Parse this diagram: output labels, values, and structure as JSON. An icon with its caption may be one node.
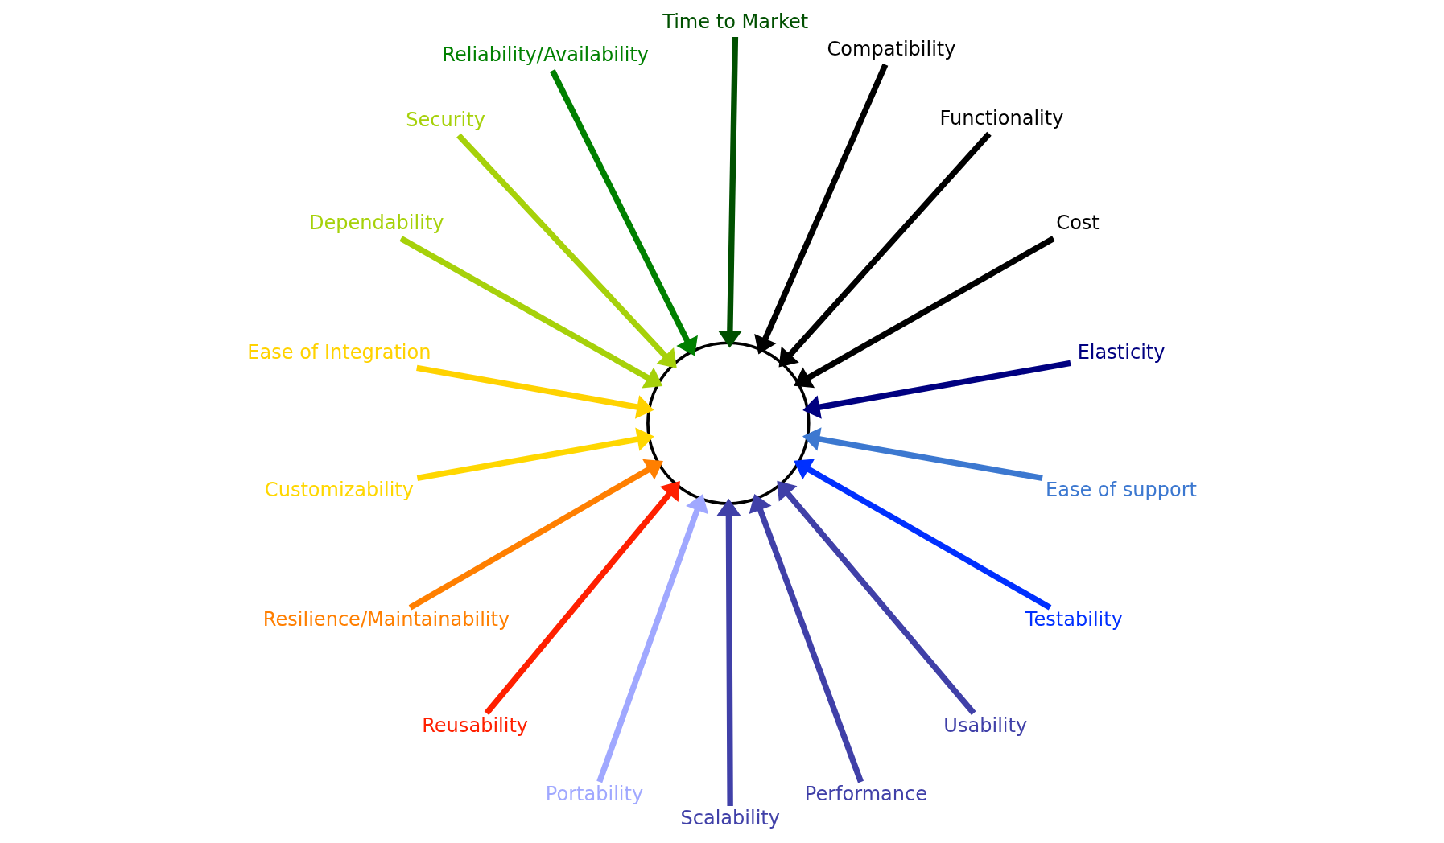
{
  "diagram": {
    "nodes": [
      {
        "text": [],
        "shape": "circle"
      },
      {
        "text": [
          "Elasticity"
        ]
      },
      {
        "text": [
          "Cost"
        ]
      },
      {
        "text": [
          "Functionality"
        ]
      },
      {
        "text": [
          "Compatibility"
        ]
      },
      {
        "text": [
          "Time to Market"
        ]
      },
      {
        "text": [
          "Reliability/Availability"
        ]
      },
      {
        "text": [
          "Security"
        ]
      },
      {
        "text": [
          "Dependability"
        ]
      },
      {
        "text": [
          "Ease of Integration"
        ]
      },
      {
        "text": [
          "Customizability"
        ]
      },
      {
        "text": [
          "Resilience/Maintainability"
        ]
      },
      {
        "text": [
          "Reusability"
        ]
      },
      {
        "text": [
          "Portability"
        ]
      },
      {
        "text": [
          "Scalability"
        ]
      },
      {
        "text": [
          "Performance"
        ]
      },
      {
        "text": [
          "Usability"
        ]
      },
      {
        "text": [
          "Testability"
        ]
      },
      {
        "text": [
          "Ease of support"
        ]
      }
    ],
    "edges": [
      {
        "from": 1,
        "to": 0,
        "arrow": "to",
        "color": "#000080"
      },
      {
        "from": 2,
        "to": 0,
        "arrow": "to",
        "color": "#000000"
      },
      {
        "from": 3,
        "to": 0,
        "arrow": "to",
        "color": "#000000"
      },
      {
        "from": 4,
        "to": 0,
        "arrow": "to",
        "color": "#000000"
      },
      {
        "from": 5,
        "to": 0,
        "arrow": "to",
        "color": "#005000"
      },
      {
        "from": 6,
        "to": 0,
        "arrow": "to",
        "color": "#008000"
      },
      {
        "from": 7,
        "to": 0,
        "arrow": "to",
        "color": "#a6d10a"
      },
      {
        "from": 8,
        "to": 0,
        "arrow": "to",
        "color": "#a6d10a"
      },
      {
        "from": 9,
        "to": 0,
        "arrow": "to",
        "color": "#ffd200"
      },
      {
        "from": 10,
        "to": 0,
        "arrow": "to",
        "color": "#ffd700"
      },
      {
        "from": 11,
        "to": 0,
        "arrow": "to",
        "color": "#ff7f00"
      },
      {
        "from": 12,
        "to": 0,
        "arrow": "to",
        "color": "#ff2000"
      },
      {
        "from": 13,
        "to": 0,
        "arrow": "to",
        "color": "#a0a8ff"
      },
      {
        "from": 14,
        "to": 0,
        "arrow": "to",
        "color": "#4040a8"
      },
      {
        "from": 15,
        "to": 0,
        "arrow": "to",
        "color": "#4040a8"
      },
      {
        "from": 16,
        "to": 0,
        "arrow": "to",
        "color": "#4040a8"
      },
      {
        "from": 17,
        "to": 0,
        "arrow": "to",
        "color": "#0030ff"
      },
      {
        "from": 18,
        "to": 0,
        "arrow": "to",
        "color": "#3c78d0"
      }
    ]
  }
}
